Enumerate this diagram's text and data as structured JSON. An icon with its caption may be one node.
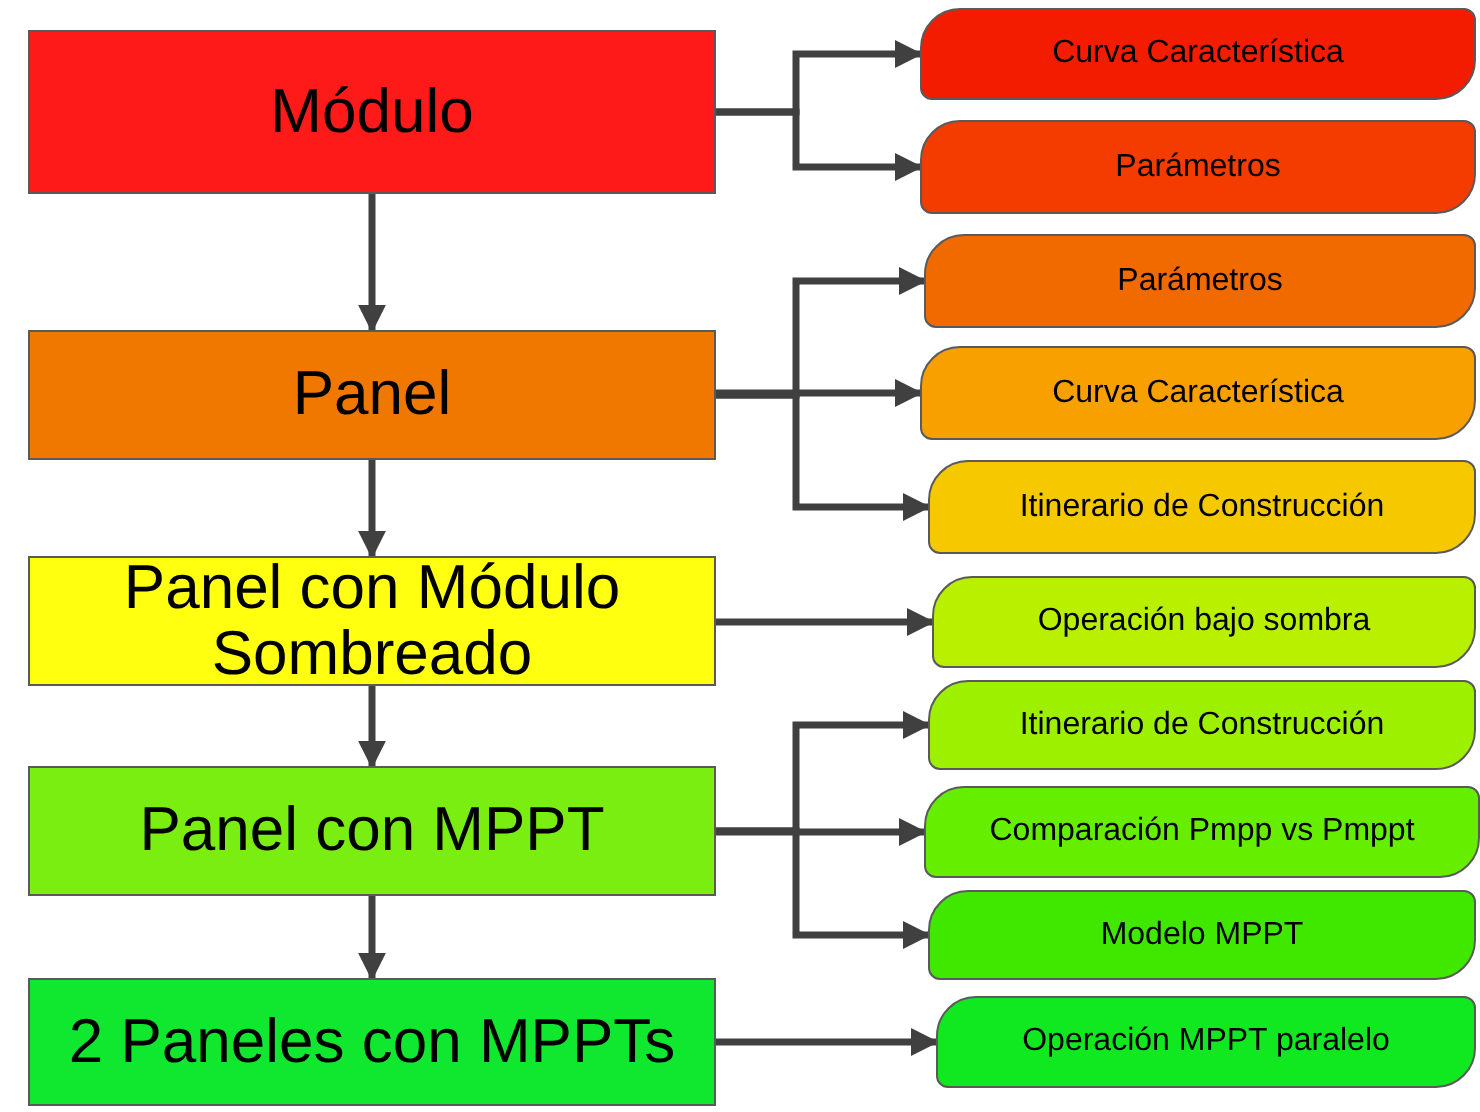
{
  "diagram": {
    "nodes": [
      {
        "text": [
          "Módulo"
        ]
      },
      {
        "text": [
          "Curva Característica"
        ]
      },
      {
        "text": [
          "Parámetros"
        ]
      },
      {
        "text": [
          "Panel"
        ]
      },
      {
        "text": [
          "Parámetros"
        ]
      },
      {
        "text": [
          "Curva Característica"
        ]
      },
      {
        "text": [
          "Itinerario de Construcción"
        ]
      },
      {
        "text": [
          "Panel con Módulo Sombreado"
        ]
      },
      {
        "text": [
          "Operación bajo sombra"
        ]
      },
      {
        "text": [
          "Panel con MPPT"
        ]
      },
      {
        "text": [
          "Itinerario de Construcción"
        ]
      },
      {
        "text": [
          "Comparación Pmpp vs Pmppt"
        ]
      },
      {
        "text": [
          "Modelo MPPT"
        ]
      },
      {
        "text": [
          "2 Paneles con MPPTs"
        ]
      },
      {
        "text": [
          "Operación MPPT paralelo"
        ]
      }
    ],
    "edges": [
      {
        "from": 0,
        "to": 3,
        "arrow": "to"
      },
      {
        "from": 3,
        "to": 7,
        "arrow": "to"
      },
      {
        "from": 7,
        "to": 9,
        "arrow": "to"
      },
      {
        "from": 9,
        "to": 13,
        "arrow": "to"
      },
      {
        "from": 0,
        "to": 1,
        "arrow": "to"
      },
      {
        "from": 0,
        "to": 2,
        "arrow": "to"
      },
      {
        "from": 3,
        "to": 4,
        "arrow": "to"
      },
      {
        "from": 3,
        "to": 5,
        "arrow": "to"
      },
      {
        "from": 3,
        "to": 6,
        "arrow": "to"
      },
      {
        "from": 7,
        "to": 8,
        "arrow": "to"
      },
      {
        "from": 9,
        "to": 10,
        "arrow": "to"
      },
      {
        "from": 9,
        "to": 11,
        "arrow": "to"
      },
      {
        "from": 9,
        "to": 12,
        "arrow": "to"
      },
      {
        "from": 13,
        "to": 14,
        "arrow": "to"
      }
    ]
  }
}
